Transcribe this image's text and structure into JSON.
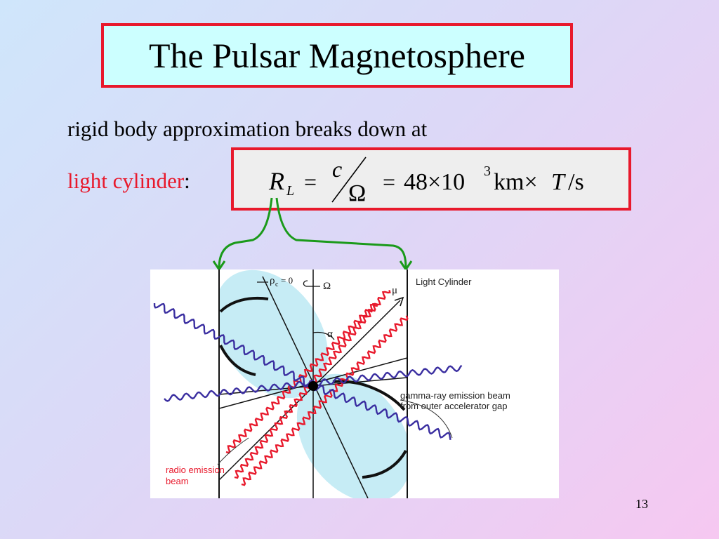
{
  "title": "The Pulsar Magnetosphere",
  "text": {
    "line1": "rigid body approximation breaks down at",
    "line2_red": "light cylinder",
    "line2_colon": ":"
  },
  "formula": {
    "R": "R",
    "L": "L",
    "eq1": "=",
    "c": "c",
    "omega": "Ω",
    "eq2": "=",
    "value": "48×10",
    "exp": "3",
    "units_km": "km×",
    "T": "T",
    "units_s": "/s"
  },
  "diagram": {
    "light_cylinder": "Light Cylinder",
    "rho": "ρ",
    "rho_sub": "c",
    "rho_eq": "= 0",
    "omega": "Ω",
    "mu": "μ",
    "alpha": "α",
    "gamma_line1": "gamma-ray emission beam",
    "gamma_line2": "from outer accelerator gap",
    "radio_line1": "radio emission",
    "radio_line2": "beam"
  },
  "page_number": "13",
  "colors": {
    "accent_red": "#e8192c",
    "title_bg": "#ccffff",
    "arrow_green": "#1a9a1a",
    "radio_wave": "#e8192c",
    "gamma_wave": "#3a2ea0",
    "lobe_fill": "#c6ecf5"
  }
}
